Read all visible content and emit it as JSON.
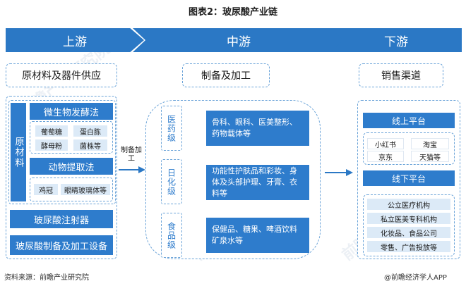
{
  "title": "图表2：玻尿酸产业链",
  "stages": {
    "upstream": "上游",
    "midstream": "中游",
    "downstream": "下游"
  },
  "upstream": {
    "header": "原材料及器件供应",
    "raw_label": "原材料",
    "microbial": {
      "label": "微生物发酵法",
      "items": [
        "葡萄糖",
        "蛋白胨",
        "酵母粉",
        "菌株等"
      ]
    },
    "animal": {
      "label": "动物提取法",
      "items": [
        "鸡冠",
        "眼睛玻璃体等"
      ]
    },
    "injector": "玻尿酸注射器",
    "equipment": "玻尿酸制备及加工设备"
  },
  "connector_label": "制备加工",
  "midstream": {
    "header": "制备及加工",
    "categories": [
      {
        "label": "医药级",
        "desc": "骨科、眼科、医美整形、药物载体等"
      },
      {
        "label": "日化级",
        "desc": "功能性护肤品和彩妆、身体及头部护理、牙膏、衣料等"
      },
      {
        "label": "食品级",
        "desc": "保健品、糖果、啤酒饮料矿泉水等"
      }
    ]
  },
  "downstream": {
    "header": "销售渠道",
    "online": {
      "label": "线上平台",
      "items": [
        "小红书",
        "淘宝",
        "京东",
        "天猫等"
      ]
    },
    "offline": {
      "label": "线下平台",
      "items": [
        "公立医疗机构",
        "私立医美专科机构",
        "化妆品、食品公司",
        "零售、广告投放等"
      ]
    }
  },
  "footer": {
    "source": "资料来源：前瞻产业研究院",
    "brand": "@前瞻经济学人APP"
  },
  "colors": {
    "primary": "#2b78c5",
    "block": "#2e7ccc",
    "light": "#dceaf7",
    "dash": "#6aa3d8"
  }
}
